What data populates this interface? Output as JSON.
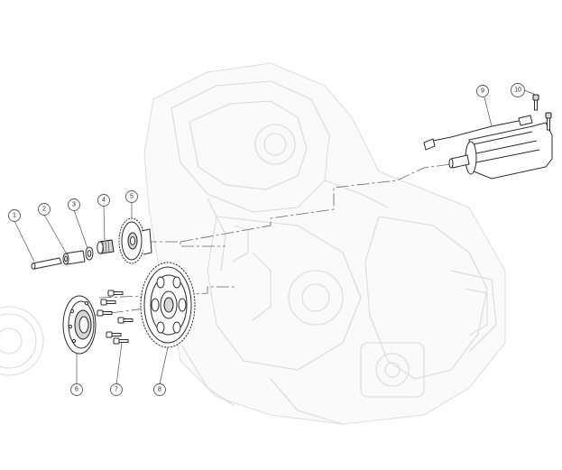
{
  "diagram": {
    "callouts": [
      {
        "id": 1,
        "label": "1",
        "part": "shaft"
      },
      {
        "id": 2,
        "label": "2",
        "part": "bushing"
      },
      {
        "id": 3,
        "label": "3",
        "part": "washer"
      },
      {
        "id": 4,
        "label": "4",
        "part": "needle-bearing"
      },
      {
        "id": 5,
        "label": "5",
        "part": "idler-gear"
      },
      {
        "id": 6,
        "label": "6",
        "part": "starter-clutch"
      },
      {
        "id": 7,
        "label": "7",
        "part": "bolts"
      },
      {
        "id": 8,
        "label": "8",
        "part": "starter-driven-gear"
      },
      {
        "id": 9,
        "label": "9",
        "part": "starter-motor"
      },
      {
        "id": 10,
        "label": "10",
        "part": "mounting-bolts"
      }
    ]
  }
}
